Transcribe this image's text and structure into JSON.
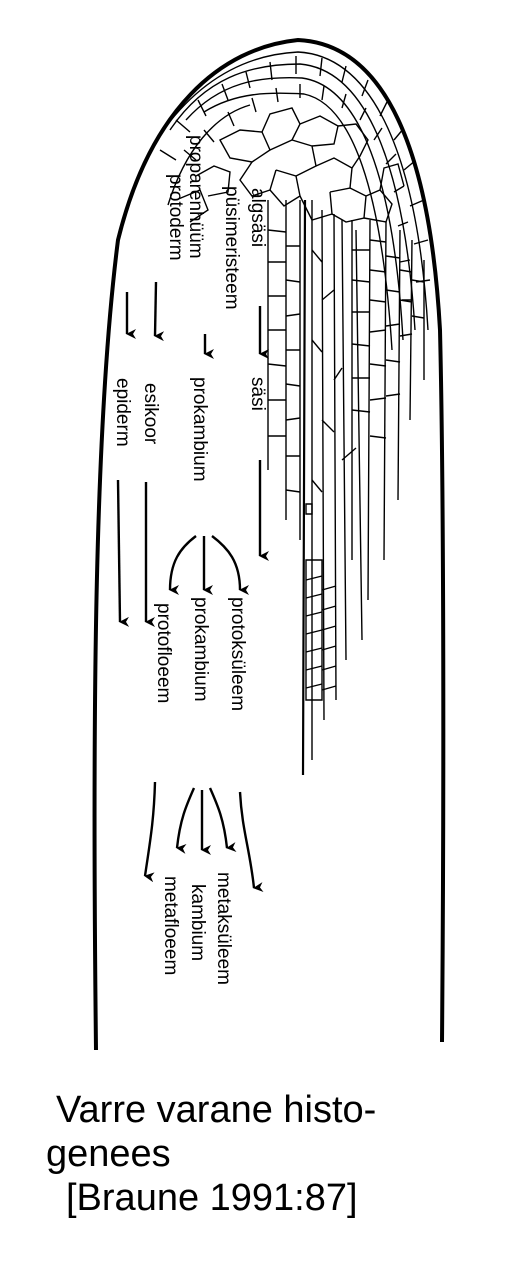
{
  "labels": {
    "algsasi": "algsäsi",
    "pusimeristeem": "püsimeristeem",
    "proparenhuum": "proparenhüüm",
    "protoderm": "protoderm",
    "sasi": "säsi",
    "prokambium_1": "prokambium",
    "esikoor": "esikoor",
    "epiderm": "epiderm",
    "protoksuleem": "protoksüleem",
    "prokambium_2": "prokambium",
    "protofloeem": "protofloeem",
    "metaksuleem": "metaksüleem",
    "kambium": "kambium",
    "metafloeem": "metafloeem"
  },
  "caption": {
    "line1": "Varre varane histo-",
    "line2": "genees",
    "line3": "[Braune 1991:87]"
  }
}
